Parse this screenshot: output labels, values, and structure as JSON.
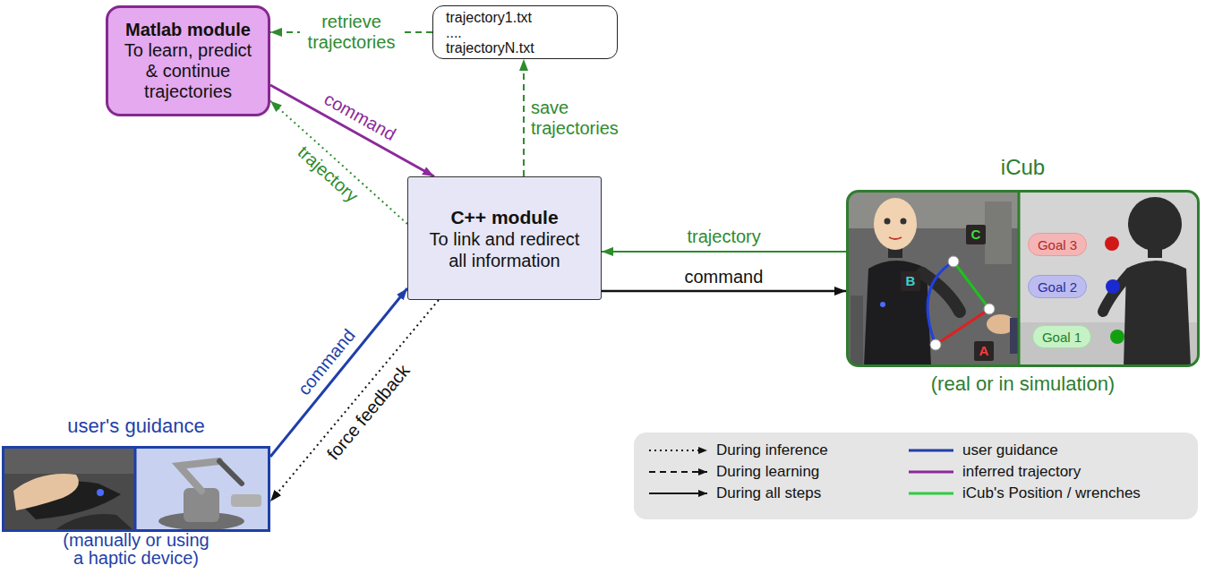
{
  "diagram": {
    "nodes": [
      {
        "text": [
          "Matlab module",
          "To learn, predict & continue trajectories"
        ]
      },
      {
        "text": [
          "trajectory1.txt",
          "....",
          "trajectoryN.txt"
        ]
      },
      {
        "text": [
          "C++ module",
          "To link and redirect all information"
        ]
      },
      {
        "text": [
          "iCub",
          "(real or in simulation)"
        ]
      },
      {
        "text": [
          "C"
        ],
        "in": 3
      },
      {
        "text": [
          "B"
        ],
        "in": 3
      },
      {
        "text": [
          "A"
        ],
        "in": 3
      },
      {
        "text": [
          "Goal 3"
        ],
        "in": 3
      },
      {
        "text": [
          "Goal 2"
        ],
        "in": 3
      },
      {
        "text": [
          "Goal 1"
        ],
        "in": 3
      },
      {
        "text": [
          "user's guidance",
          "(manually or using a haptic device)"
        ]
      }
    ],
    "edges": [
      {
        "from": 1,
        "to": 0,
        "label": "retrieve trajectories",
        "arrow": "to"
      },
      {
        "from": 0,
        "to": 2,
        "label": "command",
        "arrow": "to"
      },
      {
        "from": 2,
        "to": 0,
        "label": "trajectory",
        "arrow": "to"
      },
      {
        "from": 2,
        "to": 1,
        "label": "save trajectories",
        "arrow": "to"
      },
      {
        "from": 3,
        "to": 2,
        "label": "trajectory",
        "arrow": "to"
      },
      {
        "from": 2,
        "to": 3,
        "label": "command",
        "arrow": "to"
      },
      {
        "from": 10,
        "to": 2,
        "label": "command",
        "arrow": "to"
      },
      {
        "from": 2,
        "to": 10,
        "label": "force feedback",
        "arrow": "to"
      }
    ],
    "legend": [
      {
        "text": "During inference"
      },
      {
        "text": "During learning"
      },
      {
        "text": "During all steps"
      },
      {
        "text": "user guidance"
      },
      {
        "text": "inferred trajectory"
      },
      {
        "text": "iCub's Position / wrenches"
      }
    ]
  }
}
